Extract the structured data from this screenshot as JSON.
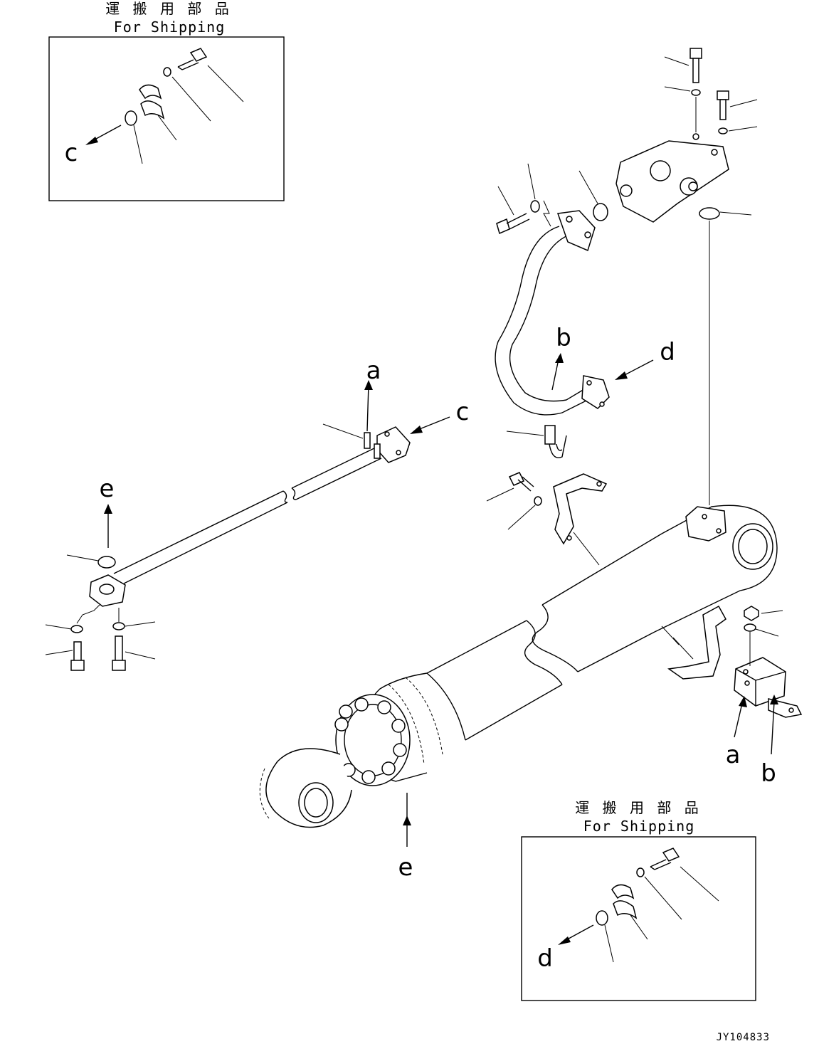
{
  "shipping_box_top": {
    "title_jp": "運 搬 用 部 品",
    "title_en": "For Shipping",
    "label": "c"
  },
  "shipping_box_bottom": {
    "title_jp": "運 搬 用 部 品",
    "title_en": "For Shipping",
    "label": "d"
  },
  "labels": {
    "a_top": "a",
    "b_top": "b",
    "c_pipe": "c",
    "d_pipe": "d",
    "e_top": "e",
    "e_bottom": "e",
    "a_bottom": "a",
    "b_bottom": "b"
  },
  "drawing_code": "JY104833"
}
